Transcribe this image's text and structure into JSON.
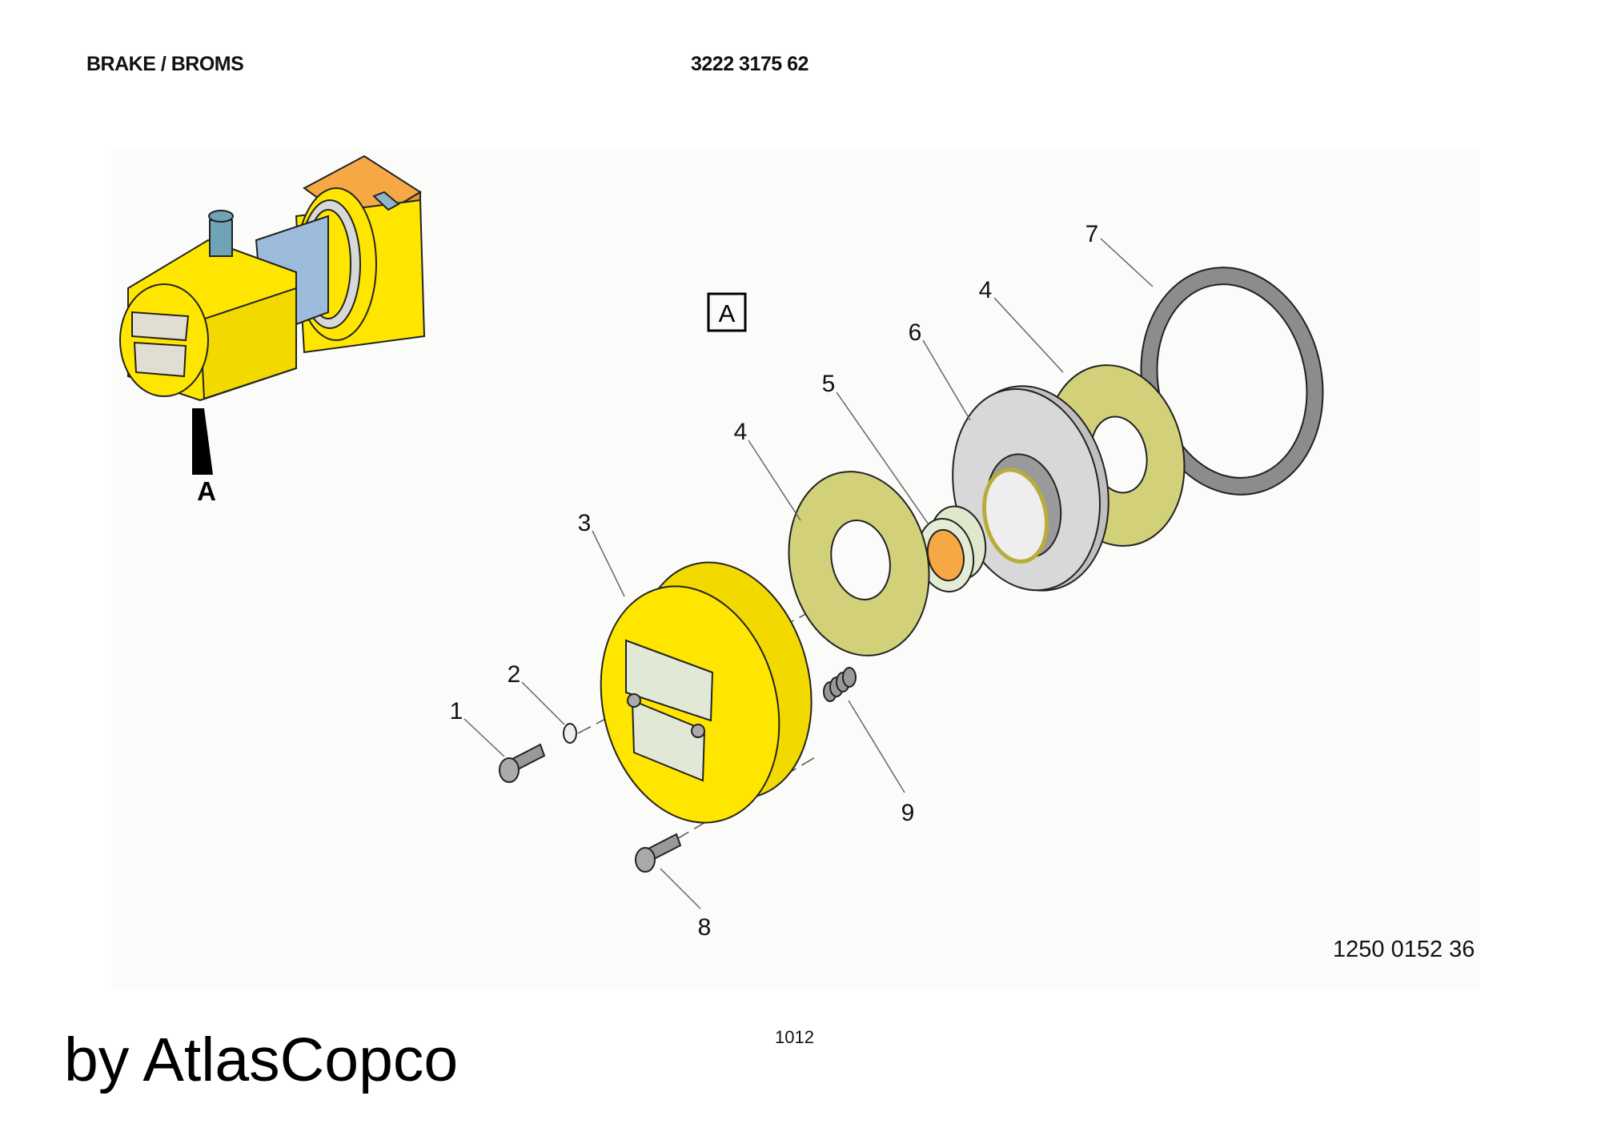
{
  "header": {
    "title": "BRAKE / BROMS",
    "part_number": "3222 3175 62"
  },
  "drawing": {
    "view_marker": "A",
    "view_box_label": "A",
    "drawing_number": "1250 0152 36",
    "callouts": [
      "1",
      "2",
      "3",
      "4",
      "5",
      "6",
      "7",
      "8",
      "9"
    ]
  },
  "footer": {
    "page_number": "1012",
    "brand": "by AtlasCopco"
  },
  "colors": {
    "housing": "#ffe600",
    "disc": "#d3d07a",
    "gasket": "#8c8c8c",
    "plate": "#d4d4d4",
    "shaft": "#9dbbdc",
    "valve": "#f6a845"
  }
}
